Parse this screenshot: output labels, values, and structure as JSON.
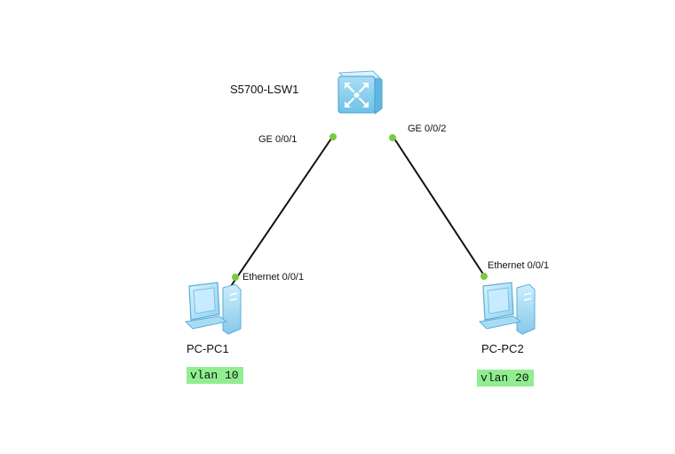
{
  "devices": {
    "switch": {
      "name": "S5700-LSW1",
      "icon": "l3-switch-icon"
    },
    "pc1": {
      "name": "PC-PC1",
      "icon": "pc-icon"
    },
    "pc2": {
      "name": "PC-PC2",
      "icon": "pc-icon"
    }
  },
  "links": [
    {
      "from_device": "S5700-LSW1",
      "from_port": "GE 0/0/1",
      "to_device": "PC-PC1",
      "to_port": "Ethernet 0/0/1"
    },
    {
      "from_device": "S5700-LSW1",
      "from_port": "GE 0/0/2",
      "to_device": "PC-PC2",
      "to_port": "Ethernet 0/0/1"
    }
  ],
  "labels": {
    "sw_port1": "GE 0/0/1",
    "sw_port2": "GE 0/0/2",
    "pc1_port": "Ethernet 0/0/1",
    "pc2_port": "Ethernet 0/0/1"
  },
  "vlans": {
    "pc1": "vlan 10",
    "pc2": "vlan 20"
  },
  "colors": {
    "link": "#111111",
    "port_dot": "#7ac943",
    "vlan_bg": "#90ee90",
    "device_body": "#9fd8f2",
    "device_edge": "#5aaed6"
  }
}
